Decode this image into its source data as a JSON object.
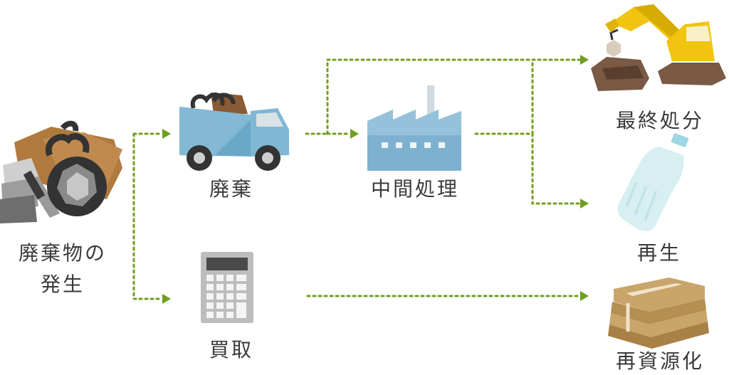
{
  "nodes": {
    "origin": {
      "label_line1": "廃棄物の",
      "label_line2": "発生",
      "icon": "waste-pile-icon"
    },
    "disposal": {
      "label": "廃棄",
      "icon": "garbage-truck-icon"
    },
    "purchase": {
      "label": "買取",
      "icon": "calculator-icon"
    },
    "processing": {
      "label": "中間処理",
      "icon": "factory-icon"
    },
    "final": {
      "label": "最終処分",
      "icon": "excavator-landfill-icon"
    },
    "regeneration": {
      "label": "再生",
      "icon": "plastic-bottle-icon"
    },
    "recycling": {
      "label": "再資源化",
      "icon": "cardboard-bundle-icon"
    }
  },
  "colors": {
    "connector": "#6f9f1f",
    "truck": "#7ab0cc",
    "factory": "#8ab8d6",
    "excavator": "#f1c40f",
    "soil": "#7a5a44",
    "cardboard": "#c9a56b",
    "text": "#3a3a3a"
  }
}
